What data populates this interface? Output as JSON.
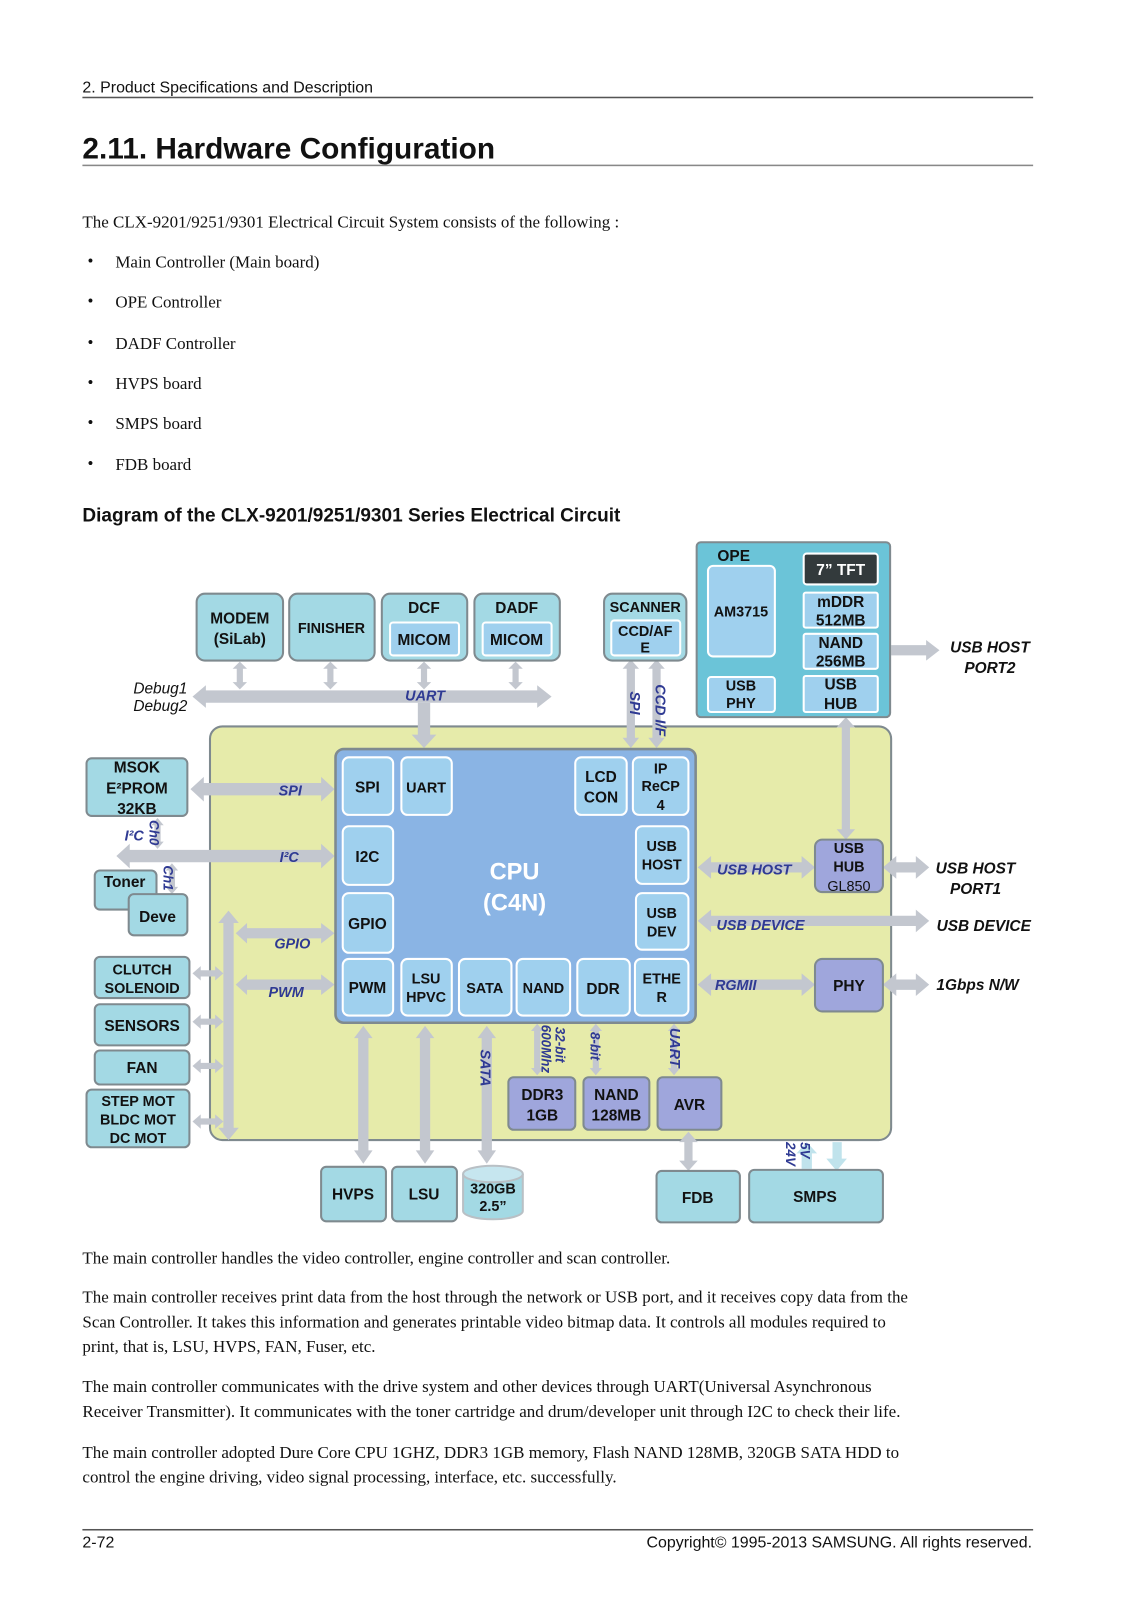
{
  "header": {
    "section": "2.  Product Specifications and Description"
  },
  "page_title": "2.11.  Hardware Configuration",
  "intro": "The CLX-9201/9251/9301 Electrical Circuit System consists of the following :",
  "bullet_glyph": "•",
  "bullets": [
    "Main Controller (Main board)",
    "OPE Controller",
    "DADF Controller",
    "HVPS board",
    "SMPS board",
    "FDB board"
  ],
  "diagram": {
    "title": "Diagram of the CLX-9201/9251/9301 Series Electrical Circuit",
    "colors": {
      "board": "#e6ebaa",
      "cpu": "#8ab4e4",
      "peripheral": "#a3d9e4",
      "ope": "#6bc4d8",
      "chip": "#9fa6dc",
      "tft": "#333a3c",
      "bus_label": "#2f3a93",
      "arrow": "#c3c7cf"
    },
    "top_modules": {
      "modem": [
        "MODEM",
        "(SiLab)"
      ],
      "finisher": "FINISHER",
      "dcf": {
        "title": "DCF",
        "inner": "MICOM"
      },
      "dadf": {
        "title": "DADF",
        "inner": "MICOM"
      },
      "scanner": {
        "title": "SCANNER",
        "inner": [
          "CCD/AF",
          "E"
        ]
      }
    },
    "ope": {
      "title": "OPE",
      "soc": "AM3715",
      "tft": "7” TFT",
      "mddr": [
        "mDDR",
        "512MB"
      ],
      "nand": [
        "NAND",
        "256MB"
      ],
      "usb_phy": [
        "USB",
        "PHY"
      ],
      "usb_hub": [
        "USB",
        "HUB"
      ]
    },
    "left_modules": {
      "eeprom": [
        "MSOK",
        "E²PROM",
        "32KB"
      ],
      "toner": "Toner",
      "deve": "Deve",
      "clutch": [
        "CLUTCH",
        "SOLENOID"
      ],
      "sensors": "SENSORS",
      "fan": "FAN",
      "motors": [
        "STEP MOT",
        "BLDC MOT",
        "DC MOT"
      ]
    },
    "cpu": {
      "title": [
        "CPU",
        "(C4N)"
      ],
      "blocks": {
        "spi": "SPI",
        "uart": "UART",
        "lcd": [
          "LCD",
          "CON"
        ],
        "ip": [
          "IP",
          "ReCP",
          "4"
        ],
        "i2c": "I2C",
        "usb_host": [
          "USB",
          "HOST"
        ],
        "gpio": "GPIO",
        "usb_dev": [
          "USB",
          "DEV"
        ],
        "pwm": "PWM",
        "lsu": [
          "LSU",
          "HPVC"
        ],
        "sata": "SATA",
        "nand": "NAND",
        "ddr": "DDR",
        "ether": [
          "ETHE",
          "R"
        ]
      }
    },
    "board_chips": {
      "usb_hub": [
        "USB",
        "HUB",
        "GL850"
      ],
      "phy": "PHY",
      "ddr3": [
        "DDR3",
        "1GB"
      ],
      "nand": [
        "NAND",
        "128MB"
      ],
      "avr": "AVR"
    },
    "bottom_modules": {
      "hvps": "HVPS",
      "lsu": "LSU",
      "hdd": [
        "320GB",
        "2.5”"
      ],
      "fdb": "FDB",
      "smps": "SMPS"
    },
    "bus_labels": {
      "uart_top": "UART",
      "spi_scanner": "SPI",
      "ccd_if": "CCD I/F",
      "spi_left": "SPI",
      "i2c_main": "I²C",
      "i2c_left": "I²C",
      "ch0": "Ch0",
      "ch1": "Ch1",
      "gpio": "GPIO",
      "pwm": "PWM",
      "usb_host": "USB HOST",
      "usb_device": "USB DEVICE",
      "rgmii": "RGMII",
      "sata": "SATA",
      "ddr_bus": [
        "32-bit",
        "600Mhz"
      ],
      "nand_bus": "8-bit",
      "uart_avr": "UART",
      "power": [
        "5V",
        "24V"
      ]
    },
    "external_labels": {
      "debug": [
        "Debug1",
        "Debug2"
      ],
      "usb_host_port2": [
        "USB HOST",
        "PORT2"
      ],
      "usb_host_port1": [
        "USB HOST",
        "PORT1"
      ],
      "usb_device": "USB DEVICE",
      "network": "1Gbps N/W"
    }
  },
  "paragraphs": [
    [
      "The main controller handles the video controller, engine controller and scan controller."
    ],
    [
      "The main controller receives print data from the host through the network or USB port, and it receives copy data from the",
      "Scan Controller.  It takes this information and generates printable video bitmap data.  It controls all modules required to",
      "print, that is, LSU, HVPS, FAN, Fuser, etc."
    ],
    [
      "The main controller communicates with the drive system and other devices through UART(Universal Asynchronous",
      "Receiver Transmitter).  It communicates with the toner cartridge and drum/developer unit through I2C to check their life."
    ],
    [
      "The main controller adopted Dure Core CPU 1GHZ, DDR3 1GB memory, Flash NAND 128MB, 320GB SATA HDD to",
      "control the engine driving, video signal processing, interface, etc.  successfully."
    ]
  ],
  "footer": {
    "page_number": "2-72",
    "copyright": "Copyright©  1995-2013 SAMSUNG. All rights reserved."
  }
}
